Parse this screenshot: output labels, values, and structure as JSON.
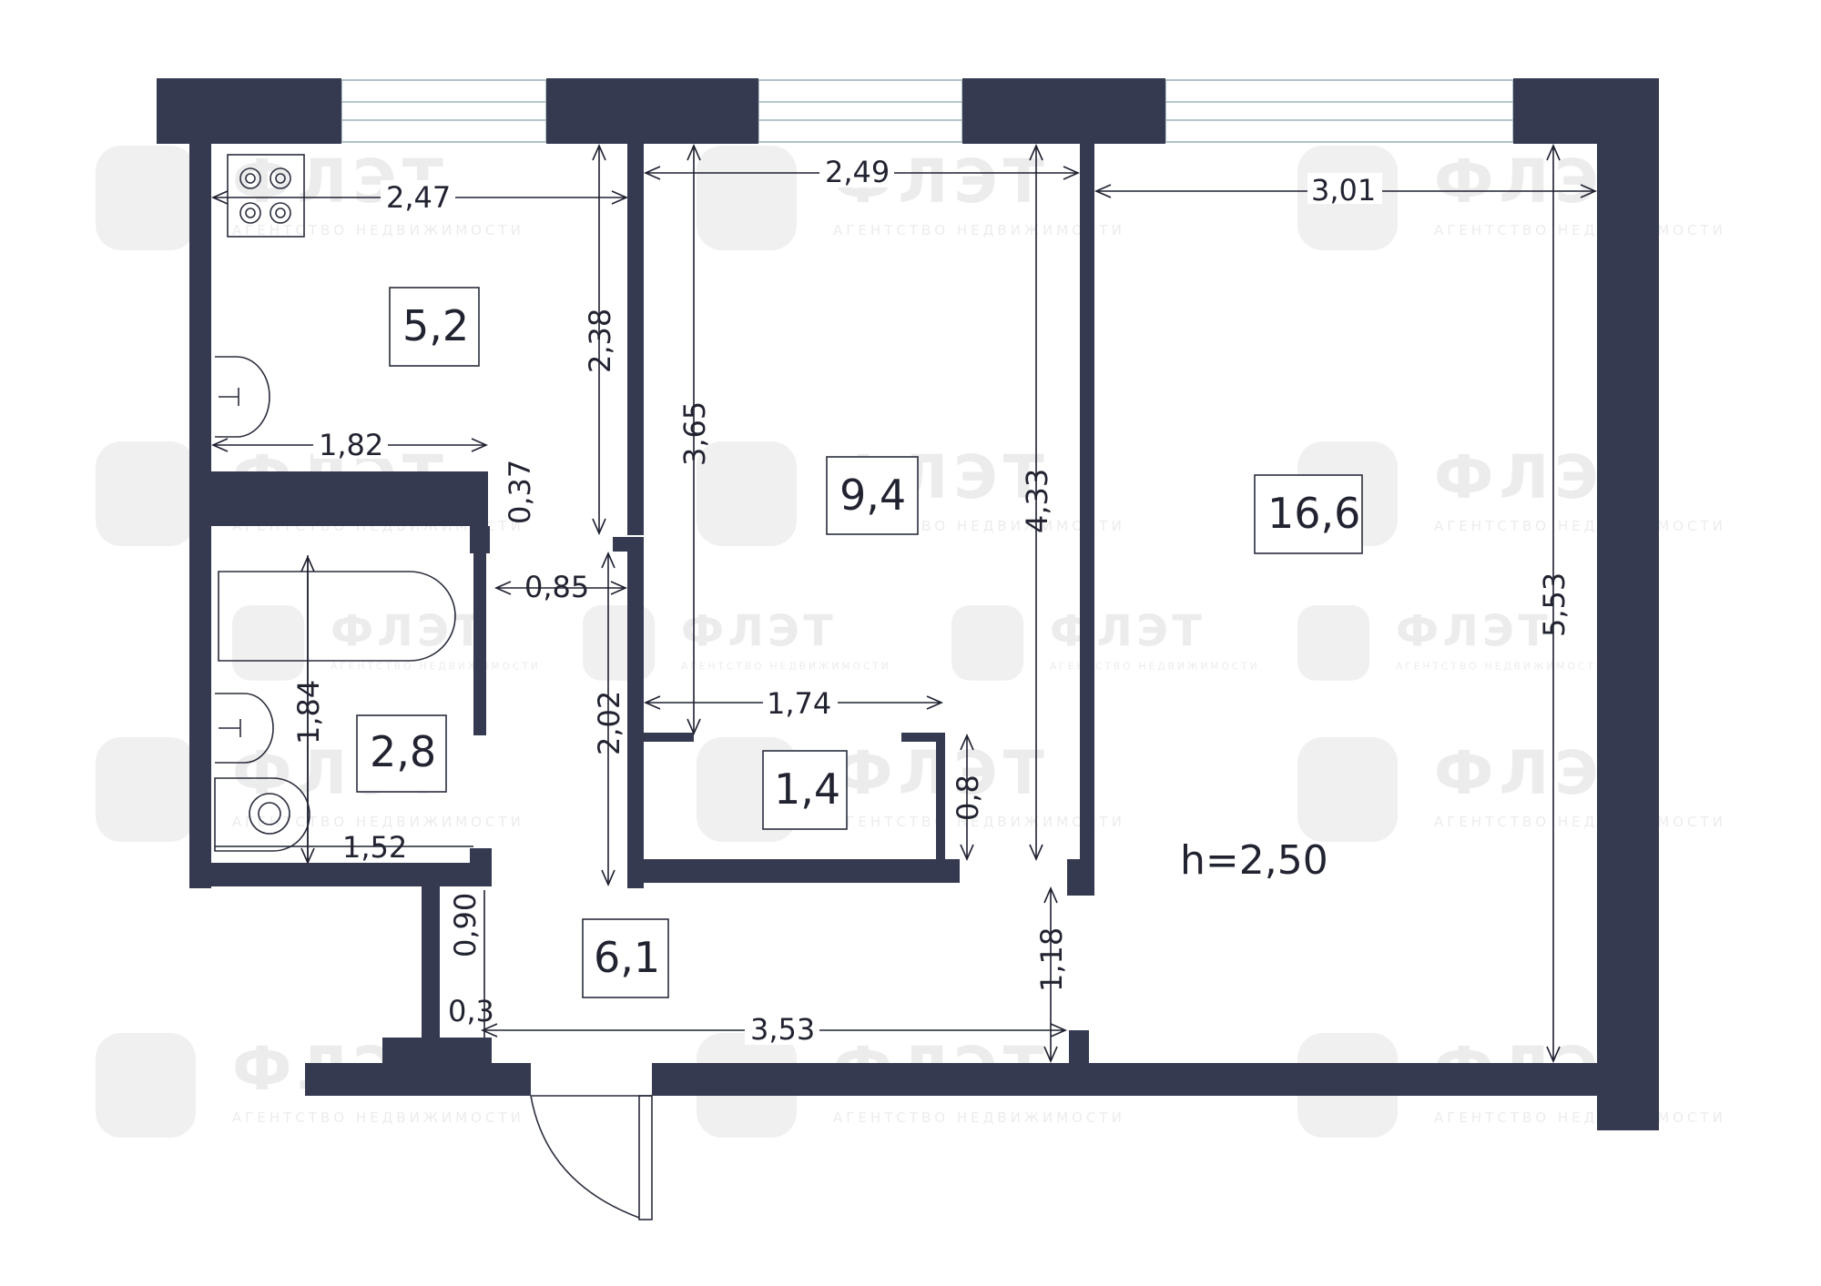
{
  "watermark": {
    "brand": "ФЛЭТ",
    "tagline": "АГЕНТСТВО НЕДВИЖИМОСТИ"
  },
  "rooms": [
    {
      "id": "kitchen",
      "area": "5,2"
    },
    {
      "id": "room_middle",
      "area": "9,4"
    },
    {
      "id": "room_large",
      "area": "16,6"
    },
    {
      "id": "bathroom",
      "area": "2,8"
    },
    {
      "id": "closet",
      "area": "1,4"
    },
    {
      "id": "hallway",
      "area": "6,1"
    }
  ],
  "ceiling_height": "h=2,50",
  "dimensions": {
    "kitchen_width": "2,47",
    "kitchen_depth": "2,38",
    "kitchen_inner": "1,82",
    "partition": "0,37",
    "door_bath": "0,85",
    "bath_depth": "1,84",
    "bath_width": "1,52",
    "hall_door": "0,90",
    "hall_jamb": "0,3",
    "hall_length": "3,53",
    "hall_depth": "1,18",
    "middle_width": "2,49",
    "middle_depth_a": "3,65",
    "middle_depth_b": "4,33",
    "closet_width": "1,74",
    "closet_side": "2,02",
    "closet_depth": "0,8",
    "large_width": "3,01",
    "large_depth": "5,53"
  },
  "colors": {
    "wall": "#363a50",
    "window": "#9fb3bc",
    "watermark": "#ececec"
  }
}
